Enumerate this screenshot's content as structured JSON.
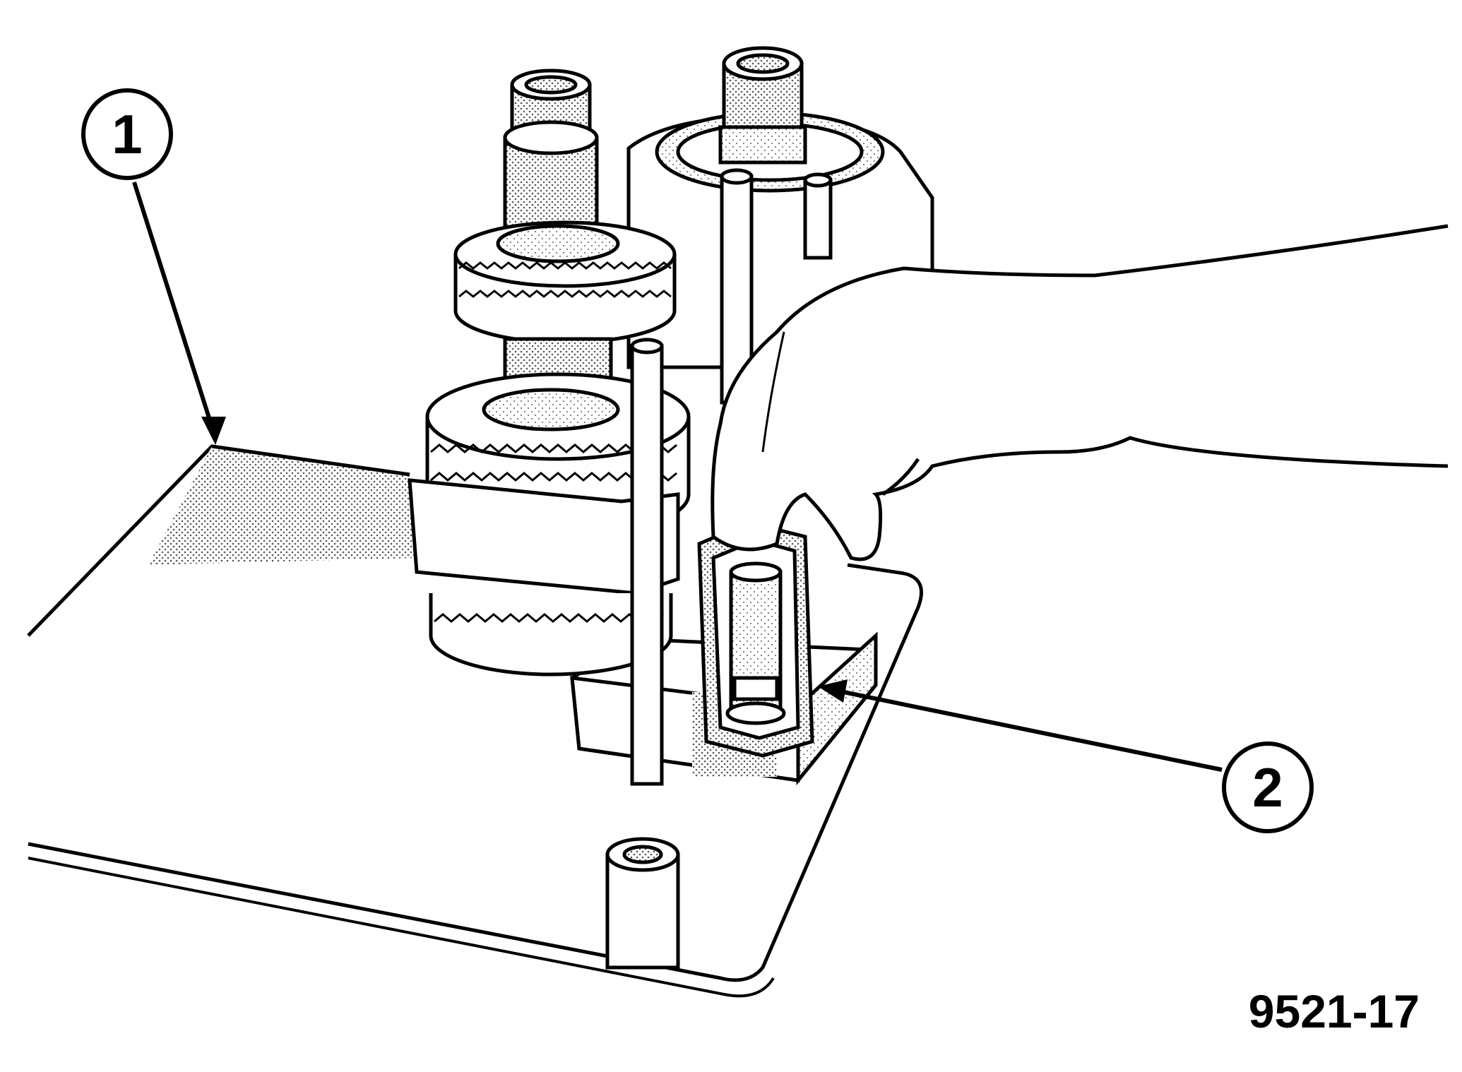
{
  "callouts": [
    {
      "number": "1"
    },
    {
      "number": "2"
    }
  ],
  "figure_id": "9521-17",
  "colors": {
    "ink": "#000000",
    "paper": "#ffffff",
    "shade": "#bdbdbd"
  }
}
